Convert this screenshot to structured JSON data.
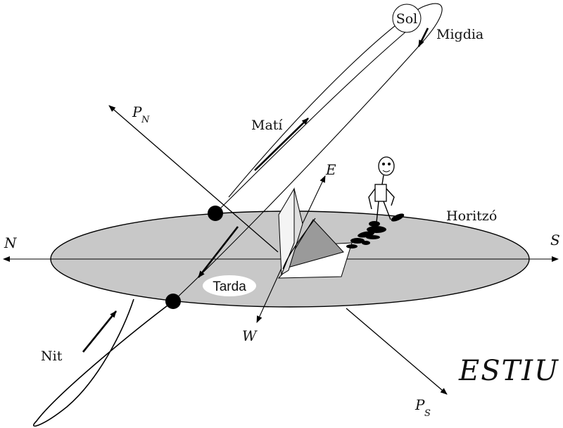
{
  "labels": {
    "sun": "Sol",
    "noon": "Migdia",
    "morning": "Matí",
    "afternoon": "Tarda",
    "night": "Nit",
    "horizon": "Horitzó",
    "north": "N",
    "south": "S",
    "east": "E",
    "west": "W",
    "pole_letter": "P",
    "pole_north_sub": "N",
    "pole_south_sub": "S",
    "season": "ESTIU"
  },
  "colors": {
    "horizon_fill": "#c8c8c8",
    "stroke": "#000000",
    "sundial_shade": "#9a9a9a"
  }
}
